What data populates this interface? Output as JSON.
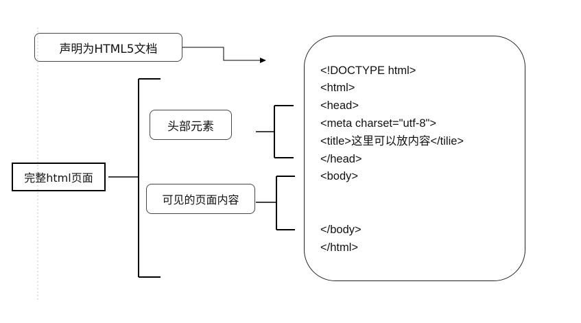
{
  "labels": {
    "doctype_note": "声明为HTML5文档",
    "head_element": "头部元素",
    "full_page": "完整html页面",
    "visible_content": "可见的页面内容"
  },
  "code": {
    "doctype": "<!DOCTYPE html>",
    "html_open": "<html>",
    "head_open": "<head>",
    "meta": "<meta charset=\"utf-8\">",
    "title": "<title>这里可以放内容</tilie>",
    "head_close": "</head>",
    "body_open": "<body>",
    "body_close": "</body>",
    "html_close": "</html>"
  }
}
